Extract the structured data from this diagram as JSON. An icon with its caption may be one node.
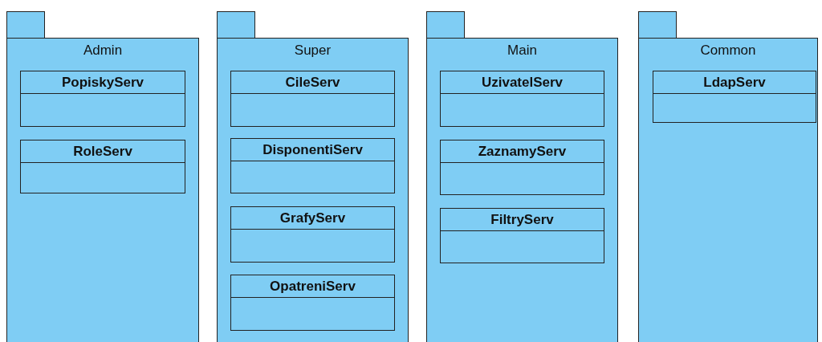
{
  "diagram": {
    "nodes": [
      {
        "text": [
          "Admin"
        ]
      },
      {
        "text": [
          "PopiskyServ"
        ],
        "in": 0
      },
      {
        "text": [
          "RoleServ"
        ],
        "in": 0
      },
      {
        "text": [
          "Super"
        ]
      },
      {
        "text": [
          "CileServ"
        ],
        "in": 3
      },
      {
        "text": [
          "DisponentiServ"
        ],
        "in": 3
      },
      {
        "text": [
          "GrafyServ"
        ],
        "in": 3
      },
      {
        "text": [
          "OpatreniServ"
        ],
        "in": 3
      },
      {
        "text": [
          "Main"
        ]
      },
      {
        "text": [
          "UzivatelServ"
        ],
        "in": 8
      },
      {
        "text": [
          "ZaznamyServ"
        ],
        "in": 8
      },
      {
        "text": [
          "FiltryServ"
        ],
        "in": 8
      },
      {
        "text": [
          "Common"
        ]
      },
      {
        "text": [
          "LdapServ"
        ],
        "in": 12
      }
    ]
  }
}
